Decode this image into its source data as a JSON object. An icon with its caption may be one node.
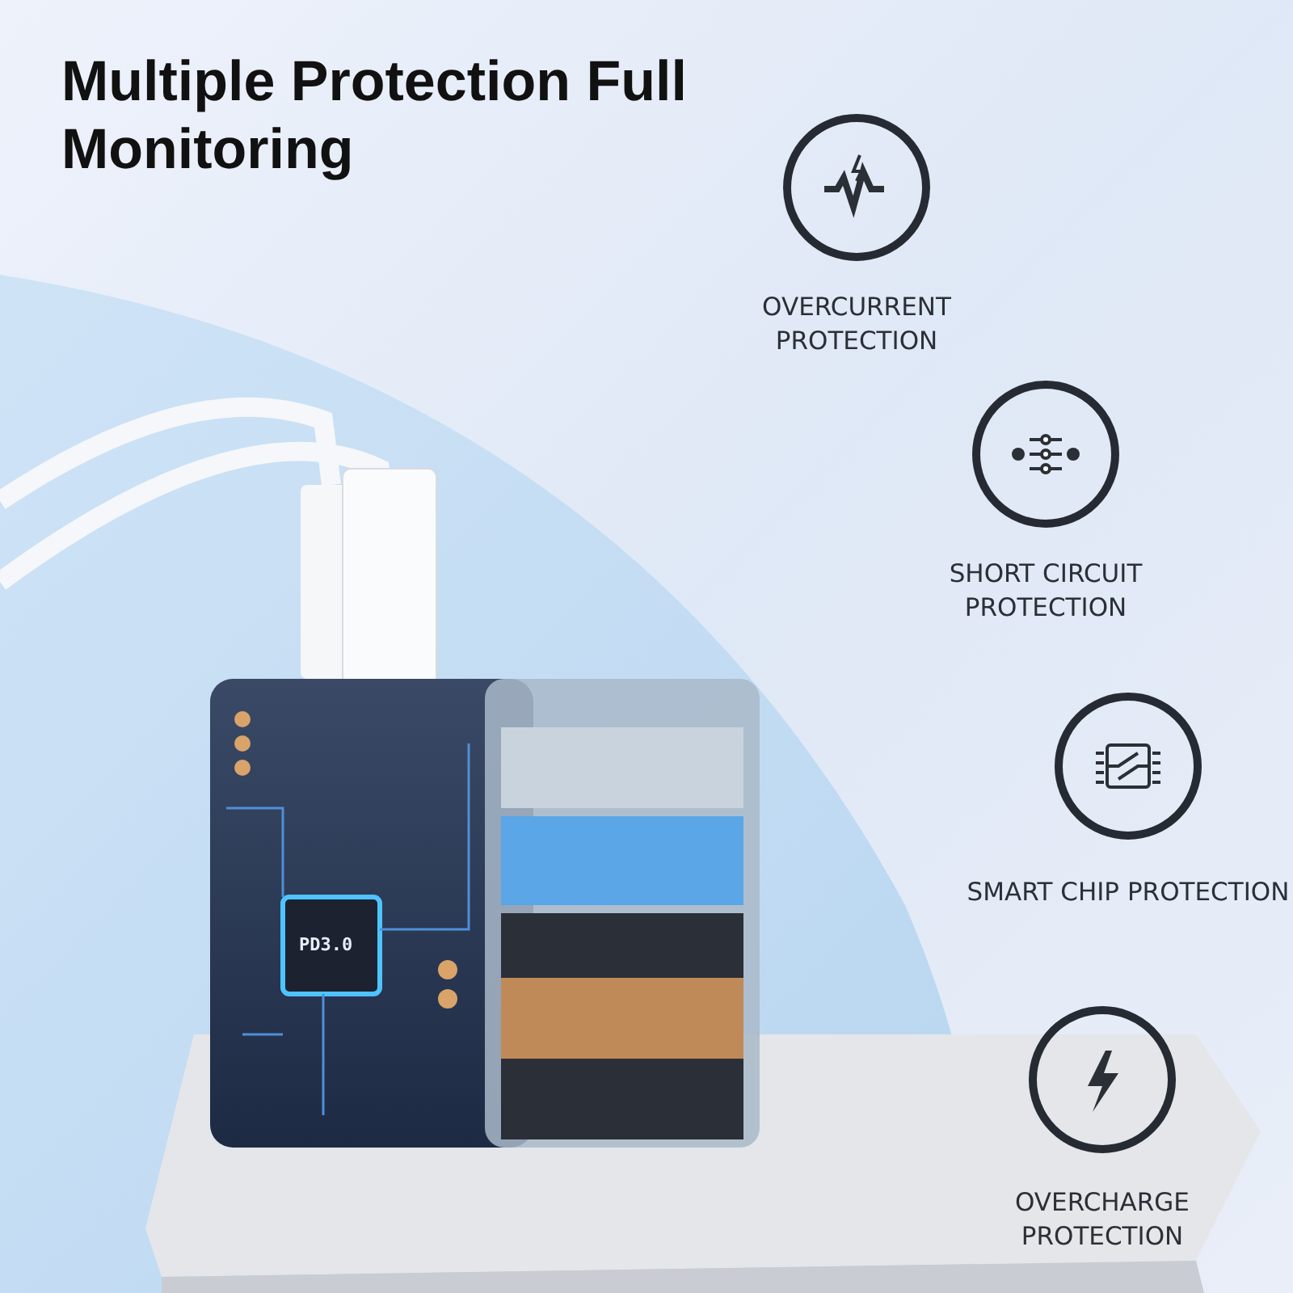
{
  "diagram": {
    "title": "Multiple Protection Full Monitoring",
    "labels": [
      "OVERCURRENT PROTECTION",
      "SHORT CIRCUIT PROTECTION",
      "SMART CHIP PROTECTION",
      "OVERCHARGE PROTECTION",
      "PD3.0"
    ]
  }
}
